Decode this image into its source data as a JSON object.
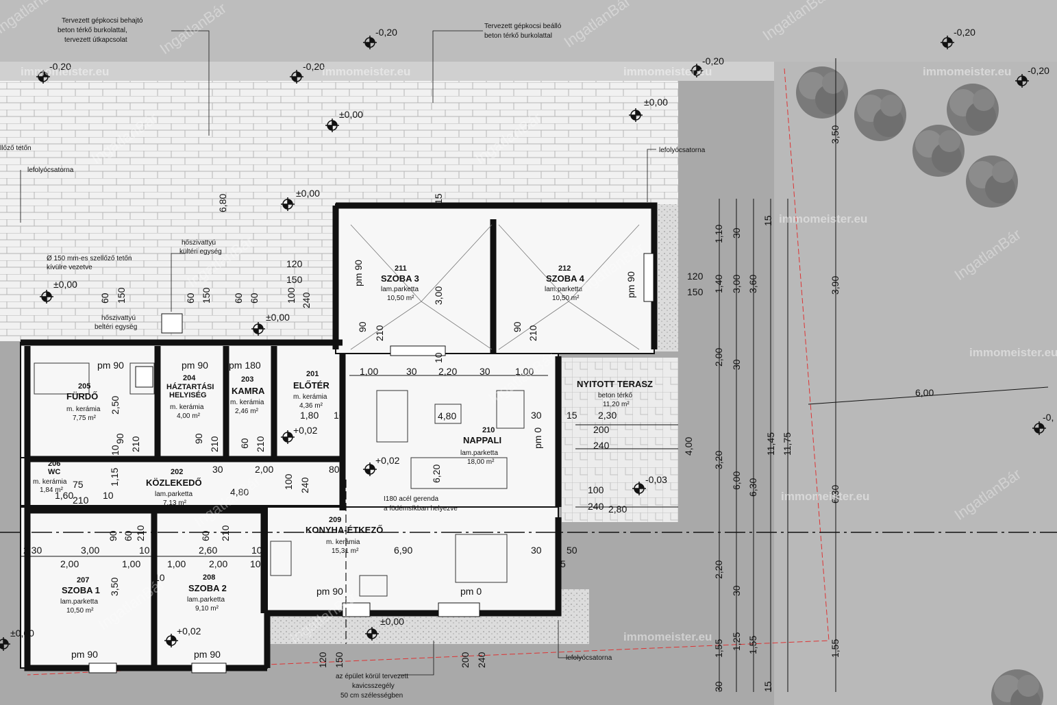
{
  "annotations": {
    "driveway_1": "Tervezett gépkocsi behajtó",
    "driveway_2": "beton térkő burkolattal,",
    "driveway_3": "tervezett útkapcsolat",
    "parking_1": "Tervezett gépkocsi beálló",
    "parking_2": "beton térkő burkolattal",
    "vent_roof_top": "llőző tetőn",
    "gutter": "lefolyócsatorna",
    "vent150_1": "Ø 150 mm-es szellőző tetőn",
    "vent150_2": "kívülre vezetve",
    "heatpump_out_1": "hőszivattyú",
    "heatpump_out_2": "kültéri egység",
    "heatpump_in_1": "hőszivattyú",
    "heatpump_in_2": "beltéri egység",
    "beam_1": "I180 acél gerenda",
    "beam_2": "a födémsíkban helyezve",
    "gravel_1": "az épület körül tervezett",
    "gravel_2": "kavicsszegély",
    "gravel_3": "50 cm szélességben"
  },
  "levels": {
    "minus020": "-0,20",
    "zero": "±0,00",
    "plus002": "+0,02",
    "minus003": "-0,03",
    "minus0_cut": "-0,"
  },
  "rooms": [
    {
      "number": "211",
      "name": "SZOBA 3",
      "material": "lam.parketta",
      "area": "10,50 m²"
    },
    {
      "number": "212",
      "name": "SZOBA 4",
      "material": "lam.parketta",
      "area": "10,50 m²"
    },
    {
      "number": "205",
      "name": "FÜRDŐ",
      "material": "m. kerámia",
      "area": "7,75 m²"
    },
    {
      "number": "204",
      "name": "HÁZTARTÁSI",
      "name2": "HELYISÉG",
      "material": "m. kerámia",
      "area": "4,00 m²"
    },
    {
      "number": "203",
      "name": "KAMRA",
      "material": "m. kerámia",
      "area": "2,46 m²"
    },
    {
      "number": "201",
      "name": "ELŐTÉR",
      "material": "m. kerámia",
      "area": "4,36 m²"
    },
    {
      "number": "210",
      "name": "NAPPALI",
      "material": "lam.parketta",
      "area": "18,00 m²"
    },
    {
      "number": "",
      "name": "NYITOTT TERASZ",
      "material": "beton térkő",
      "area": "11,20 m²"
    },
    {
      "number": "206",
      "name": "WC",
      "material": "m. kerámia",
      "area": "1,84 m²"
    },
    {
      "number": "202",
      "name": "KÖZLEKEDŐ",
      "material": "lam.parketta",
      "area": "7,13 m²"
    },
    {
      "number": "209",
      "name": "KONYHA-ÉTKEZŐ",
      "material": "m. kerámia",
      "area": "15,31 m²"
    },
    {
      "number": "207",
      "name": "SZOBA 1",
      "material": "lam.parketta",
      "area": "10,50 m²"
    },
    {
      "number": "208",
      "name": "SZOBA 2",
      "material": "lam.parketta",
      "area": "9,10 m²"
    }
  ],
  "dimensions": {
    "d6_80": "6,80",
    "d15": "15",
    "d120": "120",
    "d150": "150",
    "d60": "60",
    "d240": "240",
    "d100": "100",
    "d90": "90",
    "d210": "210",
    "pm90": "pm 90",
    "pm180": "pm 180",
    "pm0": "pm 0",
    "d3_00": "3,00",
    "d1_00": "1,00",
    "d30": "30",
    "d2_20": "2,20",
    "d4_80": "4,80",
    "d1_80": "1,80",
    "d10": "10",
    "d2_30": "2,30",
    "d200": "200",
    "d2_80": "2,80",
    "d2_50": "2,50",
    "d1_15": "1,15",
    "d1_60": "1,60",
    "d75": "75",
    "d2_00": "2,00",
    "d80": "80",
    "d6_20": "6,20",
    "d6_90": "6,90",
    "d2_60": "2,60",
    "d3_50": "3,50",
    "d50": "50",
    "d5": "5",
    "d6_00": "6,00",
    "d1_10": "1,10",
    "d1_40": "1,40",
    "d3_60": "3,60",
    "d4_00": "4,00",
    "d3_20": "3,20",
    "d6_30": "6,30",
    "d11_45": "11,45",
    "d11_75": "11,75",
    "d2_20v": "2,20",
    "d1_25": "1,25",
    "d1_55": "1,55",
    "d3_90": "3,90",
    "d3_50v": "3,50"
  },
  "watermarks": {
    "immo": "immomeister.eu",
    "bar": "IngatlanBár"
  }
}
